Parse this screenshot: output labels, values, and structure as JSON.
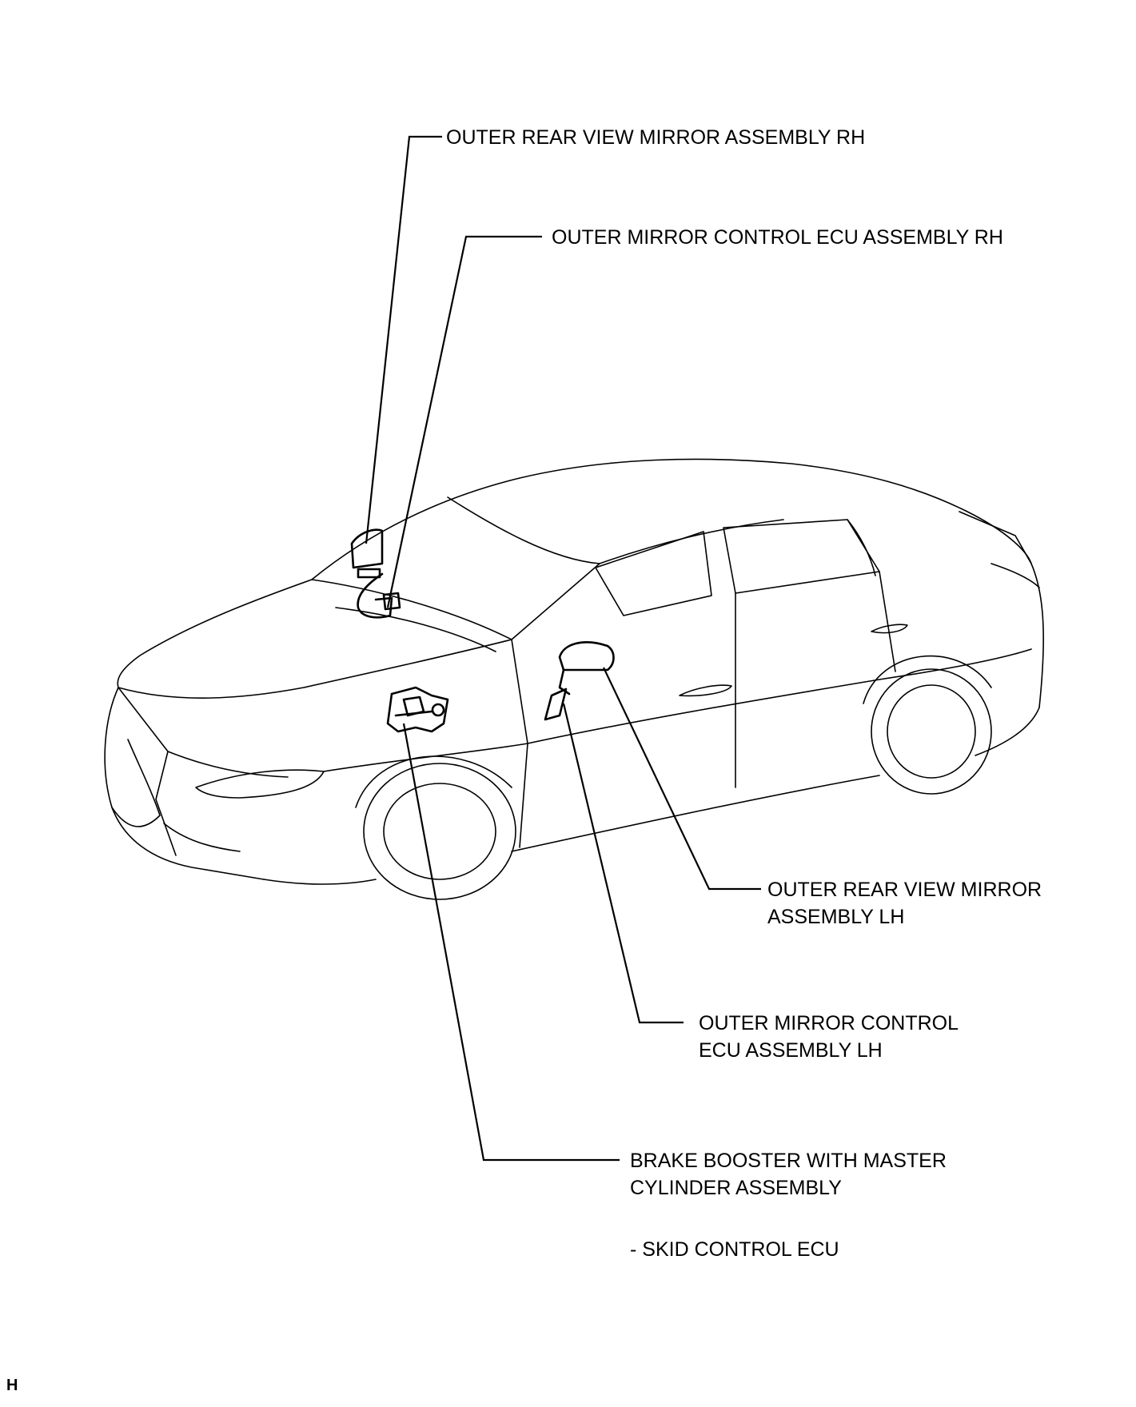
{
  "labels": {
    "mirror_rh": "OUTER REAR VIEW MIRROR ASSEMBLY RH",
    "ecu_rh": "OUTER MIRROR CONTROL ECU ASSEMBLY RH",
    "mirror_lh_line1": "OUTER REAR VIEW MIRROR",
    "mirror_lh_line2": "ASSEMBLY LH",
    "ecu_lh_line1": "OUTER MIRROR CONTROL",
    "ecu_lh_line2": "ECU ASSEMBLY LH",
    "brake_line1": "BRAKE BOOSTER WITH MASTER",
    "brake_line2": "CYLINDER ASSEMBLY",
    "skid": "- SKID CONTROL ECU"
  },
  "figure_code": "H"
}
